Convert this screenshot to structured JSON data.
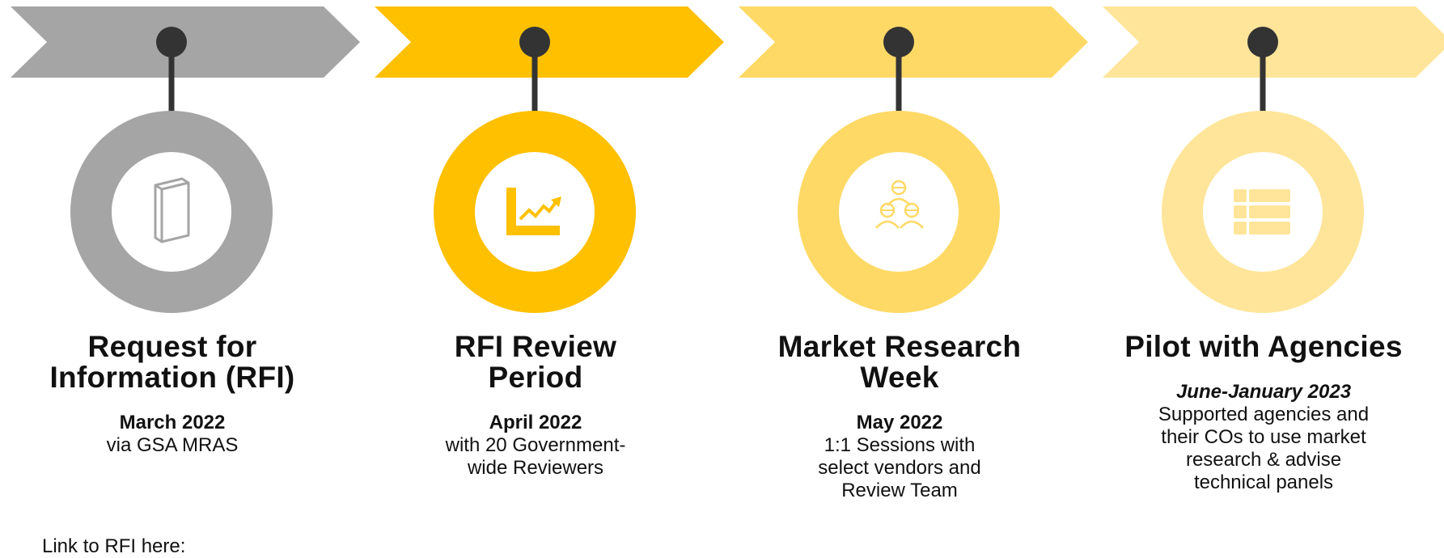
{
  "colors": {
    "stage1": "#a5a5a5",
    "stage2": "#ffc000",
    "stage3": "#ffd966",
    "stage4": "#ffe599",
    "connector": "#333333",
    "inner_circle": "#ffffff"
  },
  "stages": [
    {
      "title": "Request for Information (RFI)",
      "date": "March 2022",
      "description": "via GSA MRAS",
      "icon": "book-icon",
      "date_italic": false
    },
    {
      "title": "RFI Review Period",
      "date": "April 2022",
      "description": "with 20 Government-wide Reviewers",
      "icon": "growth-chart-icon",
      "date_italic": false
    },
    {
      "title": "Market Research Week",
      "date": "May 2022",
      "description": "1:1 Sessions with select vendors and Review Team",
      "icon": "people-hierarchy-icon",
      "date_italic": false
    },
    {
      "title": "Pilot with Agencies",
      "date": "June-January 2023",
      "description": "Supported agencies and their COs to use market research & advise technical panels",
      "icon": "list-table-icon",
      "date_italic": true
    }
  ],
  "footnote": "Link to RFI here:"
}
